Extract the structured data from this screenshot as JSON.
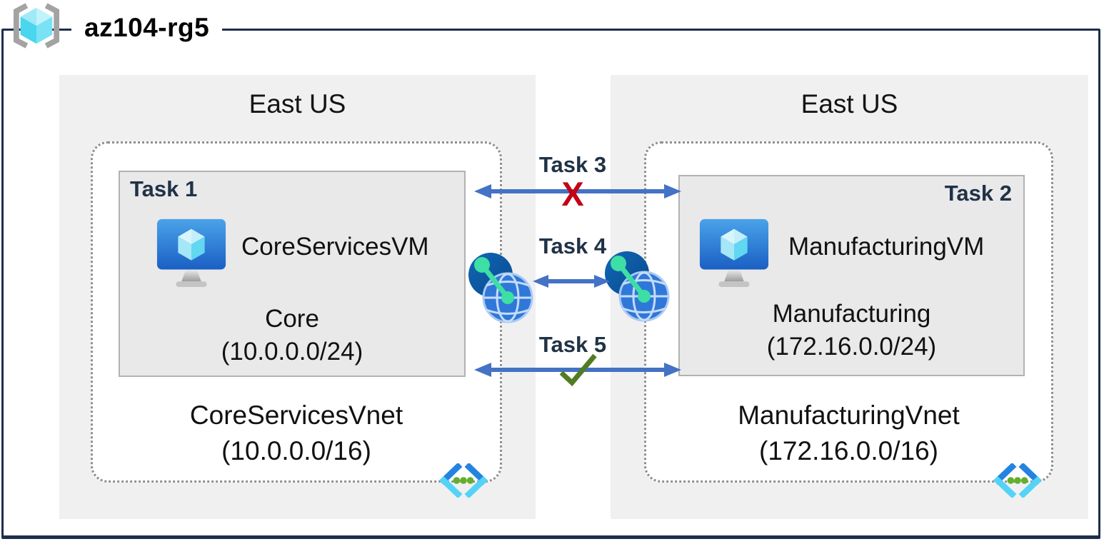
{
  "resource_group": {
    "name": "az104-rg5"
  },
  "regions": [
    {
      "name": "East US",
      "vnet": {
        "name": "CoreServicesVnet",
        "cidr": "(10.0.0.0/16)"
      },
      "subnet": {
        "task": "Task 1",
        "vm": "CoreServicesVM",
        "name": "Core",
        "cidr": "(10.0.0.0/24)"
      }
    },
    {
      "name": "East US",
      "vnet": {
        "name": "ManufacturingVnet",
        "cidr": "(172.16.0.0/16)"
      },
      "subnet": {
        "task": "Task 2",
        "vm": "ManufacturingVM",
        "name": "Manufacturing",
        "cidr": "(172.16.0.0/24)"
      }
    }
  ],
  "connections": [
    {
      "label": "Task 3",
      "status": "blocked",
      "glyph": "X"
    },
    {
      "label": "Task 4",
      "status": "peering"
    },
    {
      "label": "Task 5",
      "status": "allowed"
    }
  ],
  "colors": {
    "outer_border": "#1d2e4c",
    "region_bg": "#f0f0f1",
    "subnet_bg": "#e9e9ea",
    "arrow_blue": "#4472c4",
    "blocked_x": "#c30016",
    "allowed_check": "#517c24",
    "task_label": "#213246",
    "vnet_green_dots": "#63ae2b",
    "peering_mint": "#3ddfa4"
  }
}
